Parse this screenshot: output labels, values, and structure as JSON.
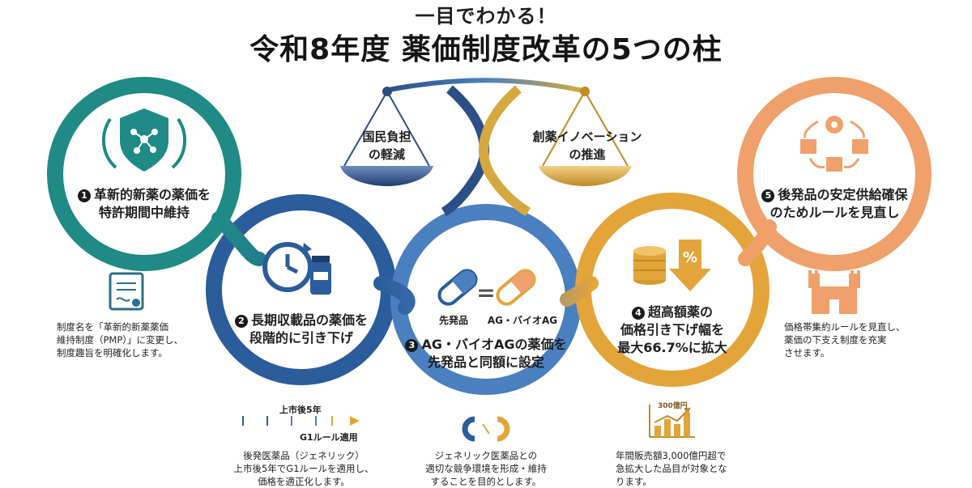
{
  "header": {
    "subtitle": "一目でわかる！",
    "title": "令和8年度 薬価制度改革の5つの柱"
  },
  "scale": {
    "left_label_line1": "国民負担",
    "left_label_line2": "の軽減",
    "right_label_line1": "創薬イノベーション",
    "right_label_line2": "の推進"
  },
  "pillars": [
    {
      "number": "1",
      "line1": "革新的新薬の薬価を",
      "line2": "特許期間中維持",
      "icon": "shield-molecule-icon",
      "color": "#1f8a86"
    },
    {
      "number": "2",
      "line1": "長期収載品の薬価を",
      "line2": "段階的に引き下げ",
      "icon": "clock-medicine-bottle-icon",
      "color": "#2b5c9c"
    },
    {
      "number": "3",
      "line1": "AG・バイオAGの薬価を",
      "line2": "先発品と同額に設定",
      "icon": "capsule-equals-icon",
      "color": "#4a7fc0"
    },
    {
      "number": "4",
      "line1": "超高額薬の",
      "line2": "価格引き下げ幅を",
      "line3": "最大66.7%に拡大",
      "icon": "coins-percent-down-icon",
      "color": "#e3a53a"
    },
    {
      "number": "5",
      "line1": "後発品の安定供給確保",
      "line2": "のためルールを見直し",
      "icon": "supply-cycle-icon",
      "color": "#f0a06a"
    }
  ],
  "capsule_labels": {
    "left": "先発品",
    "equals": "=",
    "right": "AG・バイオAG"
  },
  "coin_percent": "%",
  "details": {
    "pillar1_lines": [
      "制度名を「革新的新薬薬価",
      "維持制度（PMP）」に変更し、",
      "制度趣旨を明確化します。"
    ],
    "pillar2_timeline_top": "上市後5年",
    "pillar2_timeline_bottom": "G1ルール適用",
    "pillar2_lines": [
      "後発医薬品（ジェネリック）",
      "上市後5年でG1ルールを適用し、",
      "価格を適正化します。"
    ],
    "pillar3_lines": [
      "ジェネリック医薬品との",
      "適切な競争環境を形成・維持",
      "することを目的とします。"
    ],
    "pillar4_chart_label": "300億円",
    "pillar4_lines": [
      "年間販売額3,000億円超で",
      "急拡大した品目が対象とな",
      "ります。"
    ],
    "pillar5_lines": [
      "価格帯集約ルールを見直し、",
      "薬価の下支え制度を充実",
      "させます。"
    ]
  },
  "colors": {
    "teal": "#1f8a86",
    "navy": "#2b5c9c",
    "blue": "#4a7fc0",
    "gold": "#e3a53a",
    "orange": "#f0a06a",
    "scale_navy": "#2c4f86",
    "scale_gold": "#d6a840"
  }
}
